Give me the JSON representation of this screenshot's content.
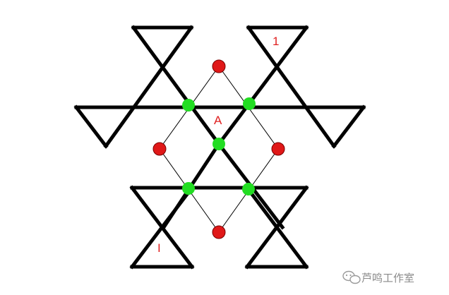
{
  "diagram": {
    "labels": {
      "center": "A",
      "top_right_triangle": "1",
      "bottom_left_triangle": "I"
    },
    "colors": {
      "lines": "#000000",
      "red_dot": "#e01818",
      "green_dot": "#22dd22",
      "label": "#e02020",
      "watermark": "#8a8a8a"
    }
  },
  "watermark": {
    "text": "芦鸣工作室",
    "icon": "wechat-icon"
  }
}
